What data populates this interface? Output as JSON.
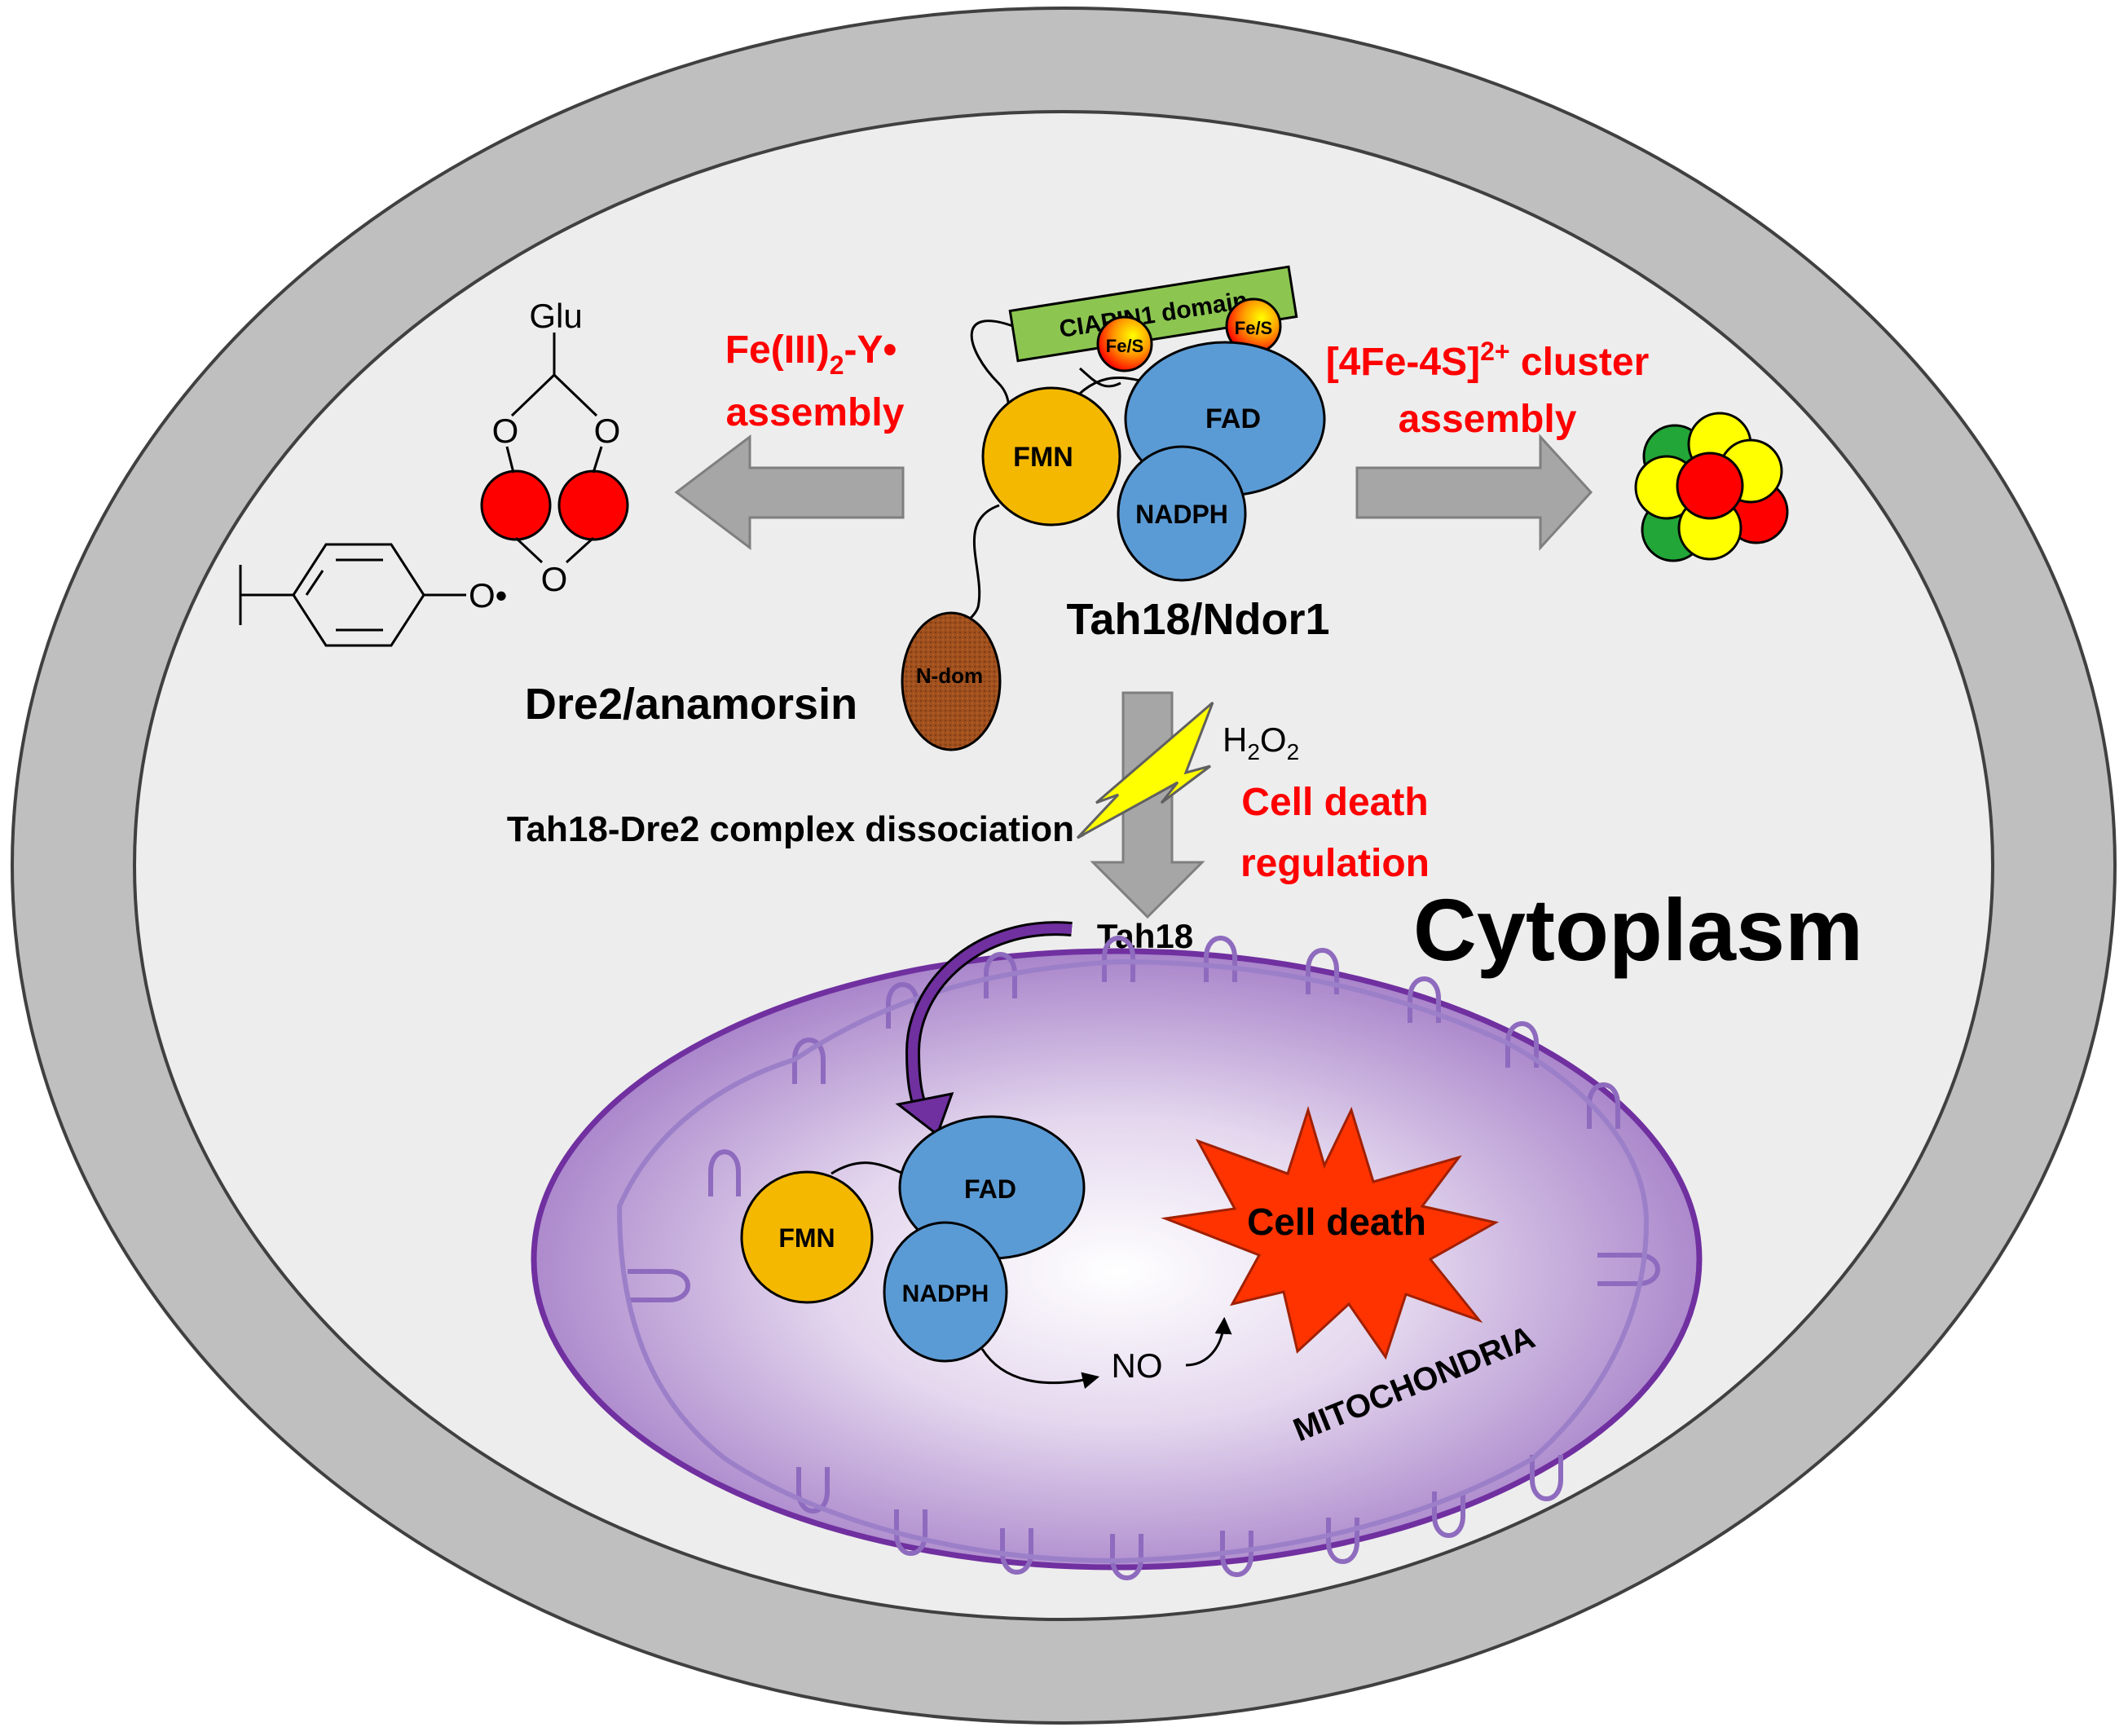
{
  "cell": {
    "compartment_label": "Cytoplasm"
  },
  "tah18_complex": {
    "name": "Tah18/Ndor1",
    "domain_bar": "CIAPIN1 domain",
    "fes_left": "Fe/S",
    "fes_right": "Fe/S",
    "fmn": "FMN",
    "fad": "FAD",
    "nadph": "NADPH",
    "ndom": "N-dom"
  },
  "dre2": {
    "name": "Dre2/anamorsin"
  },
  "left_process": {
    "line1_prefix": "Fe(III)",
    "line1_subscript": "2",
    "line1_suffix": "-Y•",
    "line2": "assembly"
  },
  "right_process": {
    "line1_prefix": "[4Fe-4S]",
    "line1_superscript": "2+",
    "line1_suffix": " cluster",
    "line2": "assembly"
  },
  "diiron_site": {
    "glu": "Glu",
    "o_top_left": "O",
    "o_top_right": "O",
    "o_bottom": "O",
    "tyrosyl_radical": "O•"
  },
  "stress": {
    "h2o2_main": "H",
    "h2o2_sub1": "2",
    "h2o2_mid": "O",
    "h2o2_sub2": "2",
    "dissociation": "Tah18-Dre2 complex dissociation",
    "regulation_line1": "Cell death",
    "regulation_line2": "regulation",
    "released": "Tah18"
  },
  "mitochondria": {
    "label": "MITOCHONDRIA",
    "fmn": "FMN",
    "fad": "FAD",
    "nadph": "NADPH",
    "no": "NO",
    "cell_death": "Cell death"
  },
  "colors": {
    "fmn": "#F5B800",
    "fad": "#5B9BD5",
    "ndom": "#A0501E",
    "iron_red": "#FF0000",
    "sulfur_yellow": "#FFFF00",
    "cluster_green": "#22A638",
    "domain_bar": "#8CC651",
    "label_red": "#FF0000",
    "arrow_grey": "#A6A6A6",
    "bolt_yellow": "#FFFF00",
    "mito_purple": "#7030A0",
    "starburst": "#FF3300"
  }
}
